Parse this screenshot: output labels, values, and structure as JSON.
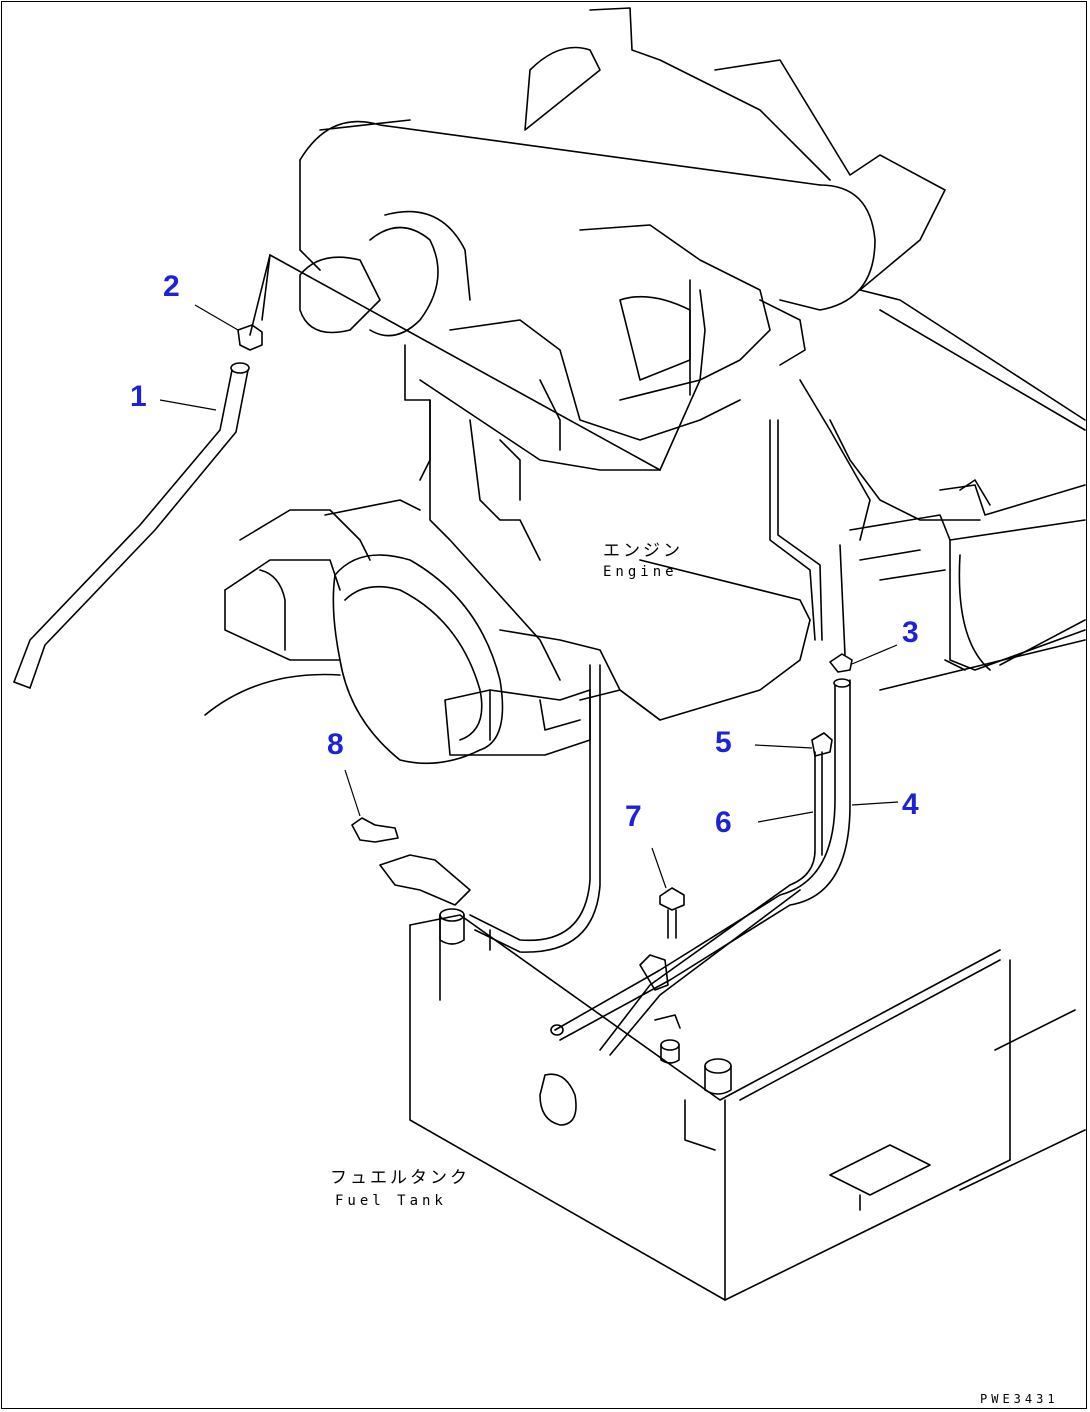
{
  "callouts": [
    {
      "id": "1",
      "label": "1"
    },
    {
      "id": "2",
      "label": "2"
    },
    {
      "id": "3",
      "label": "3"
    },
    {
      "id": "4",
      "label": "4"
    },
    {
      "id": "5",
      "label": "5"
    },
    {
      "id": "6",
      "label": "6"
    },
    {
      "id": "7",
      "label": "7"
    },
    {
      "id": "8",
      "label": "8"
    }
  ],
  "labels": {
    "engine_jp": "エンジン",
    "engine_en": "Engine",
    "fuel_tank_jp": "フュエルタンク",
    "fuel_tank_en": "Fuel Tank"
  },
  "drawing_code": "PWE3431",
  "colors": {
    "callout": "#1d22d8",
    "line": "#000000",
    "background": "#ffffff"
  }
}
